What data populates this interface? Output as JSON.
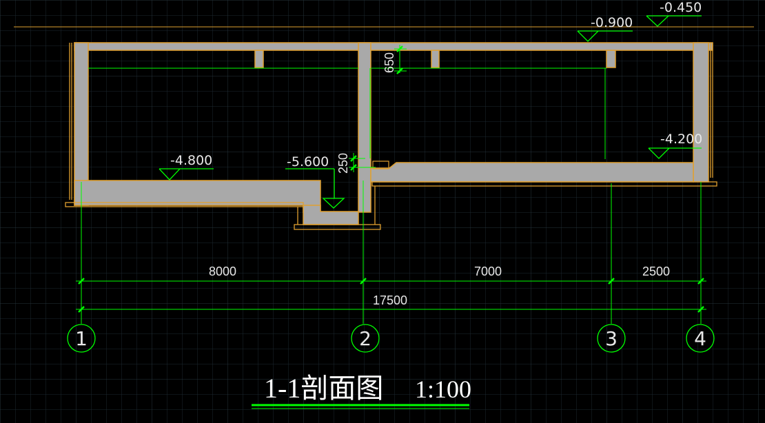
{
  "title": {
    "main": "1-1剖面图",
    "scale": "1:100"
  },
  "elevations": {
    "top": "-0.450",
    "upper": "-0.900",
    "right_floor": "-4.200",
    "left_floor": "-4.800",
    "pit": "-5.600"
  },
  "dimensions": {
    "beam_depth": "650",
    "step_height": "250",
    "span_1": "8000",
    "span_2": "7000",
    "span_3": "2500",
    "total": "17500"
  },
  "axes": [
    "1",
    "2",
    "3",
    "4"
  ],
  "colors": {
    "background": "#000000",
    "grid": "#1e2a33",
    "concrete": "#a9a9a9",
    "outline": "#e0a030",
    "dimension": "#00ff00",
    "text": "#e8e8e8"
  }
}
